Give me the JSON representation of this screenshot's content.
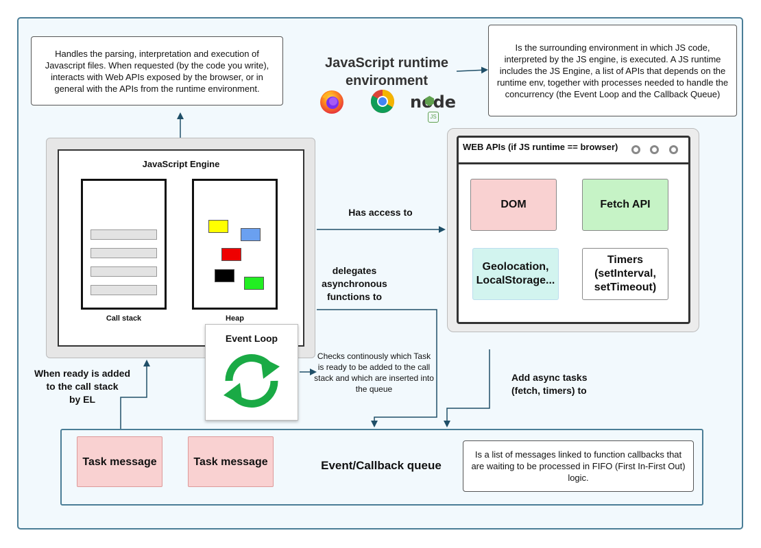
{
  "runtime": {
    "title_line1": "JavaScript runtime",
    "title_line2": "environment",
    "description": "Is the surrounding environment in which JS code, interpreted by the JS engine, is executed. A JS runtime includes the JS Engine, a list of APIs that depends on the runtime env, together with processes needed to handle the concurrency (the Event Loop and the Callback Queue)",
    "logos": [
      "firefox-logo",
      "chrome-logo",
      "nodejs-logo"
    ],
    "node_text": "node",
    "node_badge": "JS"
  },
  "engine": {
    "description": "Handles the parsing, interpretation and execution of Javascript files. When requested (by the code you write), interacts with Web APIs exposed by the browser, or in general with the APIs from the runtime environment.",
    "title": "JavaScript Engine",
    "call_stack_label": "Call stack",
    "heap_label": "Heap",
    "heap_colors": [
      "#ffff00",
      "#6aa0f0",
      "#ee0000",
      "#000000",
      "#22ee22"
    ]
  },
  "event_loop": {
    "title": "Event Loop",
    "description": "Checks continously which Task is ready to be added to the call stack and which are inserted into the queue",
    "icon": "refresh-cycle-icon",
    "color": "#1aaa45"
  },
  "edges": {
    "has_access": "Has access to",
    "delegates_line1": "delegates",
    "delegates_line2": "asynchronous",
    "delegates_line3": "functions to",
    "add_async_line1": "Add async tasks",
    "add_async_line2": "(fetch, timers) to",
    "ready_line1": "When ready is added",
    "ready_line2": "to the call stack",
    "ready_line3": "by EL"
  },
  "web_apis": {
    "title": "WEB APIs (if JS runtime == browser)",
    "dom": "DOM",
    "fetch": "Fetch API",
    "geo_line1": "Geolocation,",
    "geo_line2": "LocalStorage...",
    "timers_line1": "Timers",
    "timers_line2": "(setInterval,",
    "timers_line3": "setTimeout)",
    "colors": {
      "dom": "#f9d1d1",
      "fetch": "#c6f3c6",
      "geo": "#d2f4ef",
      "timers": "#ffffff"
    }
  },
  "queue": {
    "title": "Event/Callback queue",
    "task1": "Task message",
    "task2": "Task message",
    "description": "Is a list of messages linked to function callbacks that are waiting to be processed in FIFO (First In-First Out) logic."
  }
}
